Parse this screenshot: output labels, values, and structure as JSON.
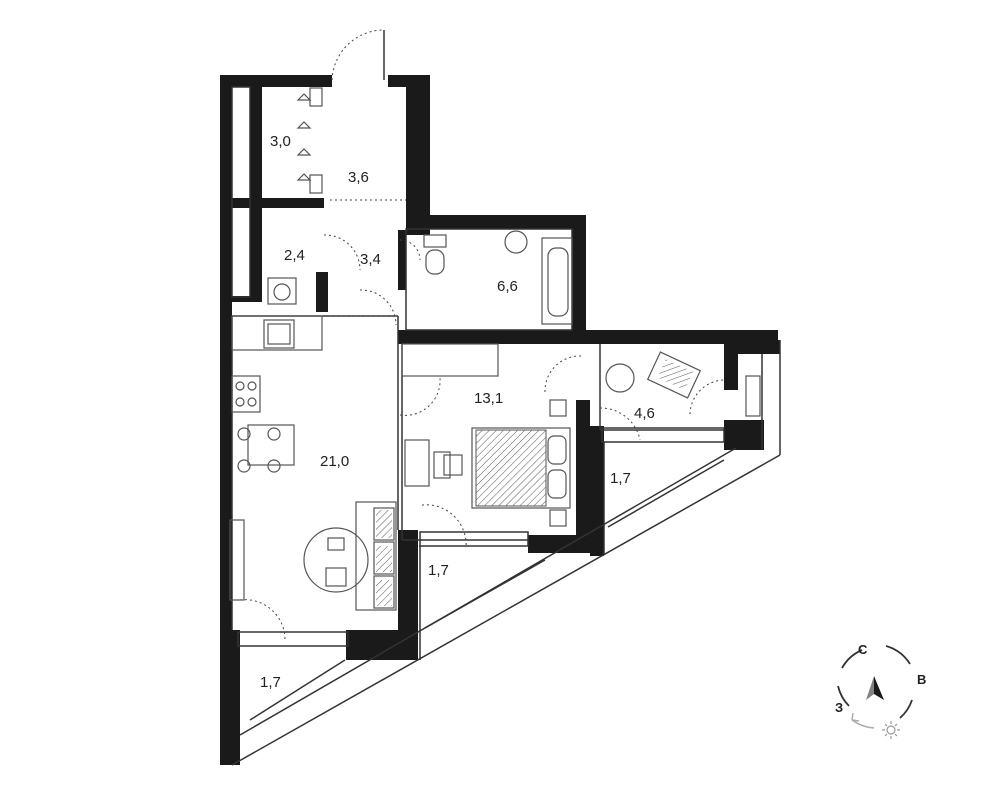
{
  "plan": {
    "rooms": [
      {
        "id": "wardrobe",
        "area": "3,0"
      },
      {
        "id": "hall",
        "area": "3,6"
      },
      {
        "id": "laundry",
        "area": "2,4"
      },
      {
        "id": "corridor",
        "area": "3,4"
      },
      {
        "id": "bathroom",
        "area": "6,6"
      },
      {
        "id": "bedroom",
        "area": "13,1"
      },
      {
        "id": "kitchen-living",
        "area": "21,0"
      },
      {
        "id": "utility",
        "area": "4,6"
      },
      {
        "id": "balcony-right",
        "area": "1,7"
      },
      {
        "id": "balcony-middle",
        "area": "1,7"
      },
      {
        "id": "balcony-left",
        "area": "1,7"
      }
    ]
  },
  "compass": {
    "north": "С",
    "east": "В",
    "west": "З"
  },
  "colors": {
    "wall": "#1a1a1a",
    "line": "#333333",
    "fixture": "#555555",
    "dashed": "#444444"
  }
}
